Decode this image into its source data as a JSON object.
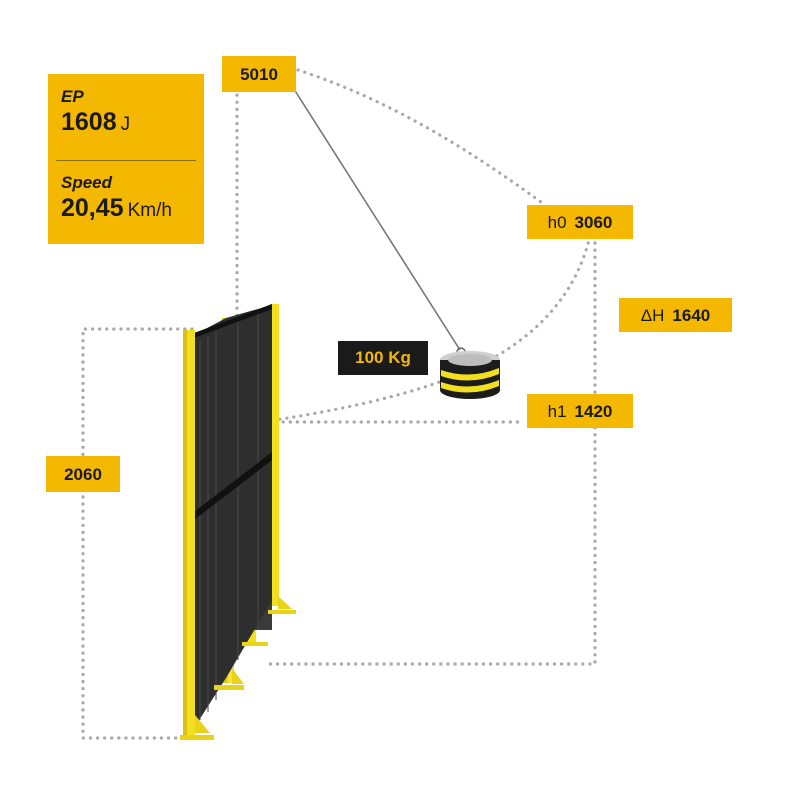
{
  "energy": {
    "label": "EP",
    "value": "1608",
    "unit": "J"
  },
  "speed": {
    "label": "Speed",
    "value": "20,45",
    "unit": "Km/h"
  },
  "mass": {
    "value": "100 Kg"
  },
  "dimensions": {
    "pivot": "5010",
    "fence_height": "2060",
    "h0": {
      "label": "h0",
      "value": "3060"
    },
    "h1": {
      "label": "h1",
      "value": "1420"
    },
    "delta_h": {
      "label": "ΔH",
      "value": "1640"
    }
  },
  "colors": {
    "accent": "#f5b800",
    "dark": "#1a1a1a",
    "dots": "#a8a8a8"
  },
  "icons": [
    "pendulum-weight-icon",
    "fence-panel-icon"
  ]
}
